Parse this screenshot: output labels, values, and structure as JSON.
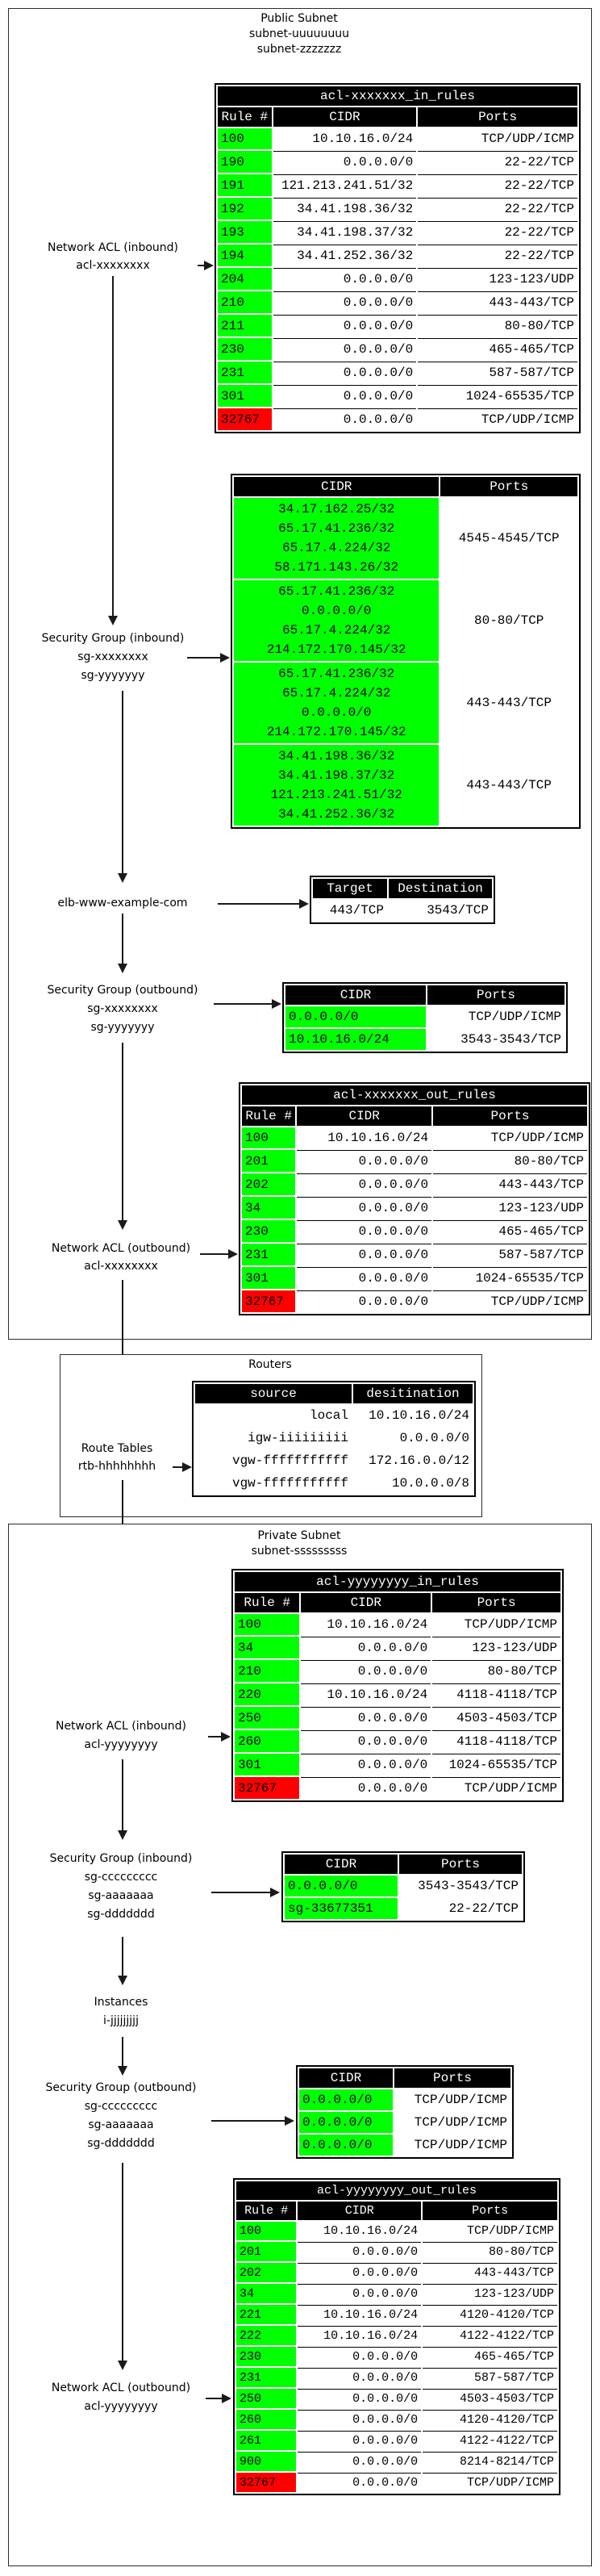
{
  "colors": {
    "allow": "#00ff00",
    "deny": "#ff0000",
    "header_bg": "#000000",
    "header_text": "#ffffff"
  },
  "public_subnet": {
    "title": "Public Subnet",
    "subnet_ids": [
      "subnet-uuuuuuuu",
      "subnet-zzzzzzz"
    ],
    "nacl_in_label": [
      "Network ACL (inbound)",
      "acl-xxxxxxxx"
    ],
    "acl_in": {
      "title": "acl-xxxxxxx_in_rules",
      "columns": [
        "Rule #",
        "CIDR",
        "Ports"
      ],
      "rows": [
        {
          "rule": "100",
          "cidr": "10.10.16.0/24",
          "ports": "TCP/UDP/ICMP",
          "status": "allow"
        },
        {
          "rule": "190",
          "cidr": "0.0.0.0/0",
          "ports": "22-22/TCP",
          "status": "allow"
        },
        {
          "rule": "191",
          "cidr": "121.213.241.51/32",
          "ports": "22-22/TCP",
          "status": "allow"
        },
        {
          "rule": "192",
          "cidr": "34.41.198.36/32",
          "ports": "22-22/TCP",
          "status": "allow"
        },
        {
          "rule": "193",
          "cidr": "34.41.198.37/32",
          "ports": "22-22/TCP",
          "status": "allow"
        },
        {
          "rule": "194",
          "cidr": "34.41.252.36/32",
          "ports": "22-22/TCP",
          "status": "allow"
        },
        {
          "rule": "204",
          "cidr": "0.0.0.0/0",
          "ports": "123-123/UDP",
          "status": "allow"
        },
        {
          "rule": "210",
          "cidr": "0.0.0.0/0",
          "ports": "443-443/TCP",
          "status": "allow"
        },
        {
          "rule": "211",
          "cidr": "0.0.0.0/0",
          "ports": "80-80/TCP",
          "status": "allow"
        },
        {
          "rule": "230",
          "cidr": "0.0.0.0/0",
          "ports": "465-465/TCP",
          "status": "allow"
        },
        {
          "rule": "231",
          "cidr": "0.0.0.0/0",
          "ports": "587-587/TCP",
          "status": "allow"
        },
        {
          "rule": "301",
          "cidr": "0.0.0.0/0",
          "ports": "1024-65535/TCP",
          "status": "allow"
        },
        {
          "rule": "32767",
          "cidr": "0.0.0.0/0",
          "ports": "TCP/UDP/ICMP",
          "status": "deny"
        }
      ]
    },
    "sg_in_label": [
      "Security Group (inbound)",
      "sg-xxxxxxxx",
      "sg-yyyyyyy"
    ],
    "sg_in": {
      "columns": [
        "CIDR",
        "Ports"
      ],
      "rows": [
        {
          "cidr": [
            "34.17.162.25/32",
            "65.17.41.236/32",
            "65.17.4.224/32",
            "58.171.143.26/32"
          ],
          "ports": "4545-4545/TCP",
          "status": "allow"
        },
        {
          "cidr": [
            "65.17.41.236/32",
            "0.0.0.0/0",
            "65.17.4.224/32",
            "214.172.170.145/32"
          ],
          "ports": "80-80/TCP",
          "status": "allow"
        },
        {
          "cidr": [
            "65.17.41.236/32",
            "65.17.4.224/32",
            "0.0.0.0/0",
            "214.172.170.145/32"
          ],
          "ports": "443-443/TCP",
          "status": "allow"
        },
        {
          "cidr": [
            "34.41.198.36/32",
            "34.41.198.37/32",
            "121.213.241.51/32",
            "34.41.252.36/32"
          ],
          "ports": "443-443/TCP",
          "status": "allow"
        }
      ]
    },
    "elb_label": "elb-www-example-com",
    "elb": {
      "columns": [
        "Target",
        "Destination"
      ],
      "rows": [
        {
          "target": "443/TCP",
          "destination": "3543/TCP"
        }
      ]
    },
    "sg_out_label": [
      "Security Group (outbound)",
      "sg-xxxxxxxx",
      "sg-yyyyyyy"
    ],
    "sg_out": {
      "columns": [
        "CIDR",
        "Ports"
      ],
      "rows": [
        {
          "cidr": "0.0.0.0/0",
          "ports": "TCP/UDP/ICMP",
          "status": "allow"
        },
        {
          "cidr": "10.10.16.0/24",
          "ports": "3543-3543/TCP",
          "status": "allow"
        }
      ]
    },
    "nacl_out_label": [
      "Network ACL (outbound)",
      "acl-xxxxxxxx"
    ],
    "acl_out": {
      "title": "acl-xxxxxxx_out_rules",
      "columns": [
        "Rule #",
        "CIDR",
        "Ports"
      ],
      "rows": [
        {
          "rule": "100",
          "cidr": "10.10.16.0/24",
          "ports": "TCP/UDP/ICMP",
          "status": "allow"
        },
        {
          "rule": "201",
          "cidr": "0.0.0.0/0",
          "ports": "80-80/TCP",
          "status": "allow"
        },
        {
          "rule": "202",
          "cidr": "0.0.0.0/0",
          "ports": "443-443/TCP",
          "status": "allow"
        },
        {
          "rule": "34",
          "cidr": "0.0.0.0/0",
          "ports": "123-123/UDP",
          "status": "allow"
        },
        {
          "rule": "230",
          "cidr": "0.0.0.0/0",
          "ports": "465-465/TCP",
          "status": "allow"
        },
        {
          "rule": "231",
          "cidr": "0.0.0.0/0",
          "ports": "587-587/TCP",
          "status": "allow"
        },
        {
          "rule": "301",
          "cidr": "0.0.0.0/0",
          "ports": "1024-65535/TCP",
          "status": "allow"
        },
        {
          "rule": "32767",
          "cidr": "0.0.0.0/0",
          "ports": "TCP/UDP/ICMP",
          "status": "deny"
        }
      ]
    }
  },
  "routers": {
    "title": "Routers",
    "route_tables_label": [
      "Route Tables",
      "rtb-hhhhhhhh"
    ],
    "route_table": {
      "columns": [
        "source",
        "desitination"
      ],
      "rows": [
        {
          "source": "local",
          "destination": "10.10.16.0/24"
        },
        {
          "source": "igw-iiiiiiiii",
          "destination": "0.0.0.0/0"
        },
        {
          "source": "vgw-fffffffffff",
          "destination": "172.16.0.0/12"
        },
        {
          "source": "vgw-fffffffffff",
          "destination": "10.0.0.0/8"
        }
      ]
    }
  },
  "private_subnet": {
    "title": "Private Subnet",
    "subnet_ids": [
      "subnet-sssssssss"
    ],
    "nacl_in_label": [
      "Network ACL (inbound)",
      "acl-yyyyyyyy"
    ],
    "acl_in": {
      "title": "acl-yyyyyyyy_in_rules",
      "columns": [
        "Rule #",
        "CIDR",
        "Ports"
      ],
      "rows": [
        {
          "rule": "100",
          "cidr": "10.10.16.0/24",
          "ports": "TCP/UDP/ICMP",
          "status": "allow"
        },
        {
          "rule": "34",
          "cidr": "0.0.0.0/0",
          "ports": "123-123/UDP",
          "status": "allow"
        },
        {
          "rule": "210",
          "cidr": "0.0.0.0/0",
          "ports": "80-80/TCP",
          "status": "allow"
        },
        {
          "rule": "220",
          "cidr": "10.10.16.0/24",
          "ports": "4118-4118/TCP",
          "status": "allow"
        },
        {
          "rule": "250",
          "cidr": "0.0.0.0/0",
          "ports": "4503-4503/TCP",
          "status": "allow"
        },
        {
          "rule": "260",
          "cidr": "0.0.0.0/0",
          "ports": "4118-4118/TCP",
          "status": "allow"
        },
        {
          "rule": "301",
          "cidr": "0.0.0.0/0",
          "ports": "1024-65535/TCP",
          "status": "allow"
        },
        {
          "rule": "32767",
          "cidr": "0.0.0.0/0",
          "ports": "TCP/UDP/ICMP",
          "status": "deny"
        }
      ]
    },
    "sg_in_label": [
      "Security Group (inbound)",
      "sg-ccccccccc",
      "sg-aaaaaaa",
      "sg-ddddddd"
    ],
    "sg_in": {
      "columns": [
        "CIDR",
        "Ports"
      ],
      "rows": [
        {
          "cidr": "0.0.0.0/0",
          "ports": "3543-3543/TCP",
          "status": "allow"
        },
        {
          "cidr": "sg-33677351",
          "ports": "22-22/TCP",
          "status": "allow"
        }
      ]
    },
    "instances_label": [
      "Instances",
      "i-jjjjjjjjj"
    ],
    "sg_out_label": [
      "Security Group (outbound)",
      "sg-ccccccccc",
      "sg-aaaaaaa",
      "sg-ddddddd"
    ],
    "sg_out": {
      "columns": [
        "CIDR",
        "Ports"
      ],
      "rows": [
        {
          "cidr": "0.0.0.0/0",
          "ports": "TCP/UDP/ICMP",
          "status": "allow"
        },
        {
          "cidr": "0.0.0.0/0",
          "ports": "TCP/UDP/ICMP",
          "status": "allow"
        },
        {
          "cidr": "0.0.0.0/0",
          "ports": "TCP/UDP/ICMP",
          "status": "allow"
        }
      ]
    },
    "nacl_out_label": [
      "Network ACL (outbound)",
      "acl-yyyyyyyy"
    ],
    "acl_out": {
      "title": "acl-yyyyyyyy_out_rules",
      "columns": [
        "Rule #",
        "CIDR",
        "Ports"
      ],
      "rows": [
        {
          "rule": "100",
          "cidr": "10.10.16.0/24",
          "ports": "TCP/UDP/ICMP",
          "status": "allow"
        },
        {
          "rule": "201",
          "cidr": "0.0.0.0/0",
          "ports": "80-80/TCP",
          "status": "allow"
        },
        {
          "rule": "202",
          "cidr": "0.0.0.0/0",
          "ports": "443-443/TCP",
          "status": "allow"
        },
        {
          "rule": "34",
          "cidr": "0.0.0.0/0",
          "ports": "123-123/UDP",
          "status": "allow"
        },
        {
          "rule": "221",
          "cidr": "10.10.16.0/24",
          "ports": "4120-4120/TCP",
          "status": "allow"
        },
        {
          "rule": "222",
          "cidr": "10.10.16.0/24",
          "ports": "4122-4122/TCP",
          "status": "allow"
        },
        {
          "rule": "230",
          "cidr": "0.0.0.0/0",
          "ports": "465-465/TCP",
          "status": "allow"
        },
        {
          "rule": "231",
          "cidr": "0.0.0.0/0",
          "ports": "587-587/TCP",
          "status": "allow"
        },
        {
          "rule": "250",
          "cidr": "0.0.0.0/0",
          "ports": "4503-4503/TCP",
          "status": "allow"
        },
        {
          "rule": "260",
          "cidr": "0.0.0.0/0",
          "ports": "4120-4120/TCP",
          "status": "allow"
        },
        {
          "rule": "261",
          "cidr": "0.0.0.0/0",
          "ports": "4122-4122/TCP",
          "status": "allow"
        },
        {
          "rule": "900",
          "cidr": "0.0.0.0/0",
          "ports": "8214-8214/TCP",
          "status": "allow"
        },
        {
          "rule": "32767",
          "cidr": "0.0.0.0/0",
          "ports": "TCP/UDP/ICMP",
          "status": "deny"
        }
      ]
    }
  }
}
